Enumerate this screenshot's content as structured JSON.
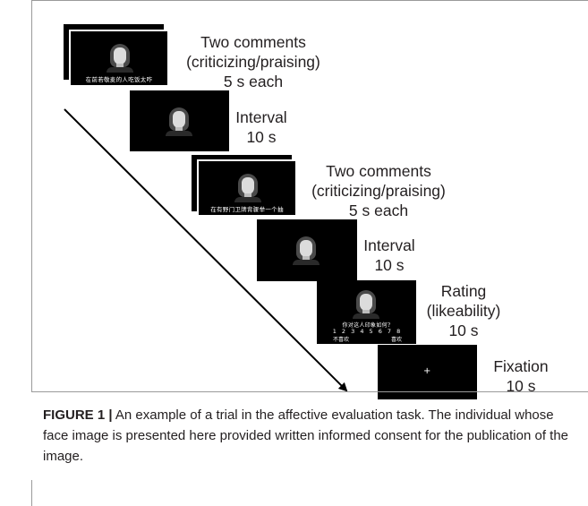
{
  "stages": [
    {
      "label_lines": [
        "Two comments",
        "(criticizing/praising)",
        "5 s each"
      ],
      "subtitle": "在前若敬麦的人吃饭太咋"
    },
    {
      "label_lines": [
        "Interval",
        "10 s"
      ]
    },
    {
      "label_lines": [
        "Two comments",
        "(criticizing/praising)",
        "5 s each"
      ],
      "subtitle": "在有野门卫牌背骤举一个抽"
    },
    {
      "label_lines": [
        "Interval",
        "10 s"
      ]
    },
    {
      "label_lines": [
        "Rating",
        "(likeability)",
        "10 s"
      ],
      "question": "你对这人印象如何?",
      "scale": "1 2 3 4 5 6 7 8",
      "low_anchor": "不喜欢",
      "high_anchor": "喜欢"
    },
    {
      "label_lines": [
        "Fixation",
        "10 s"
      ],
      "cross": "+"
    }
  ],
  "caption": {
    "figure_label": "FIGURE 1 |",
    "text": " An example of a trial in the affective evaluation task. The individual whose face image is presented here provided written informed consent for the publication of the image."
  }
}
